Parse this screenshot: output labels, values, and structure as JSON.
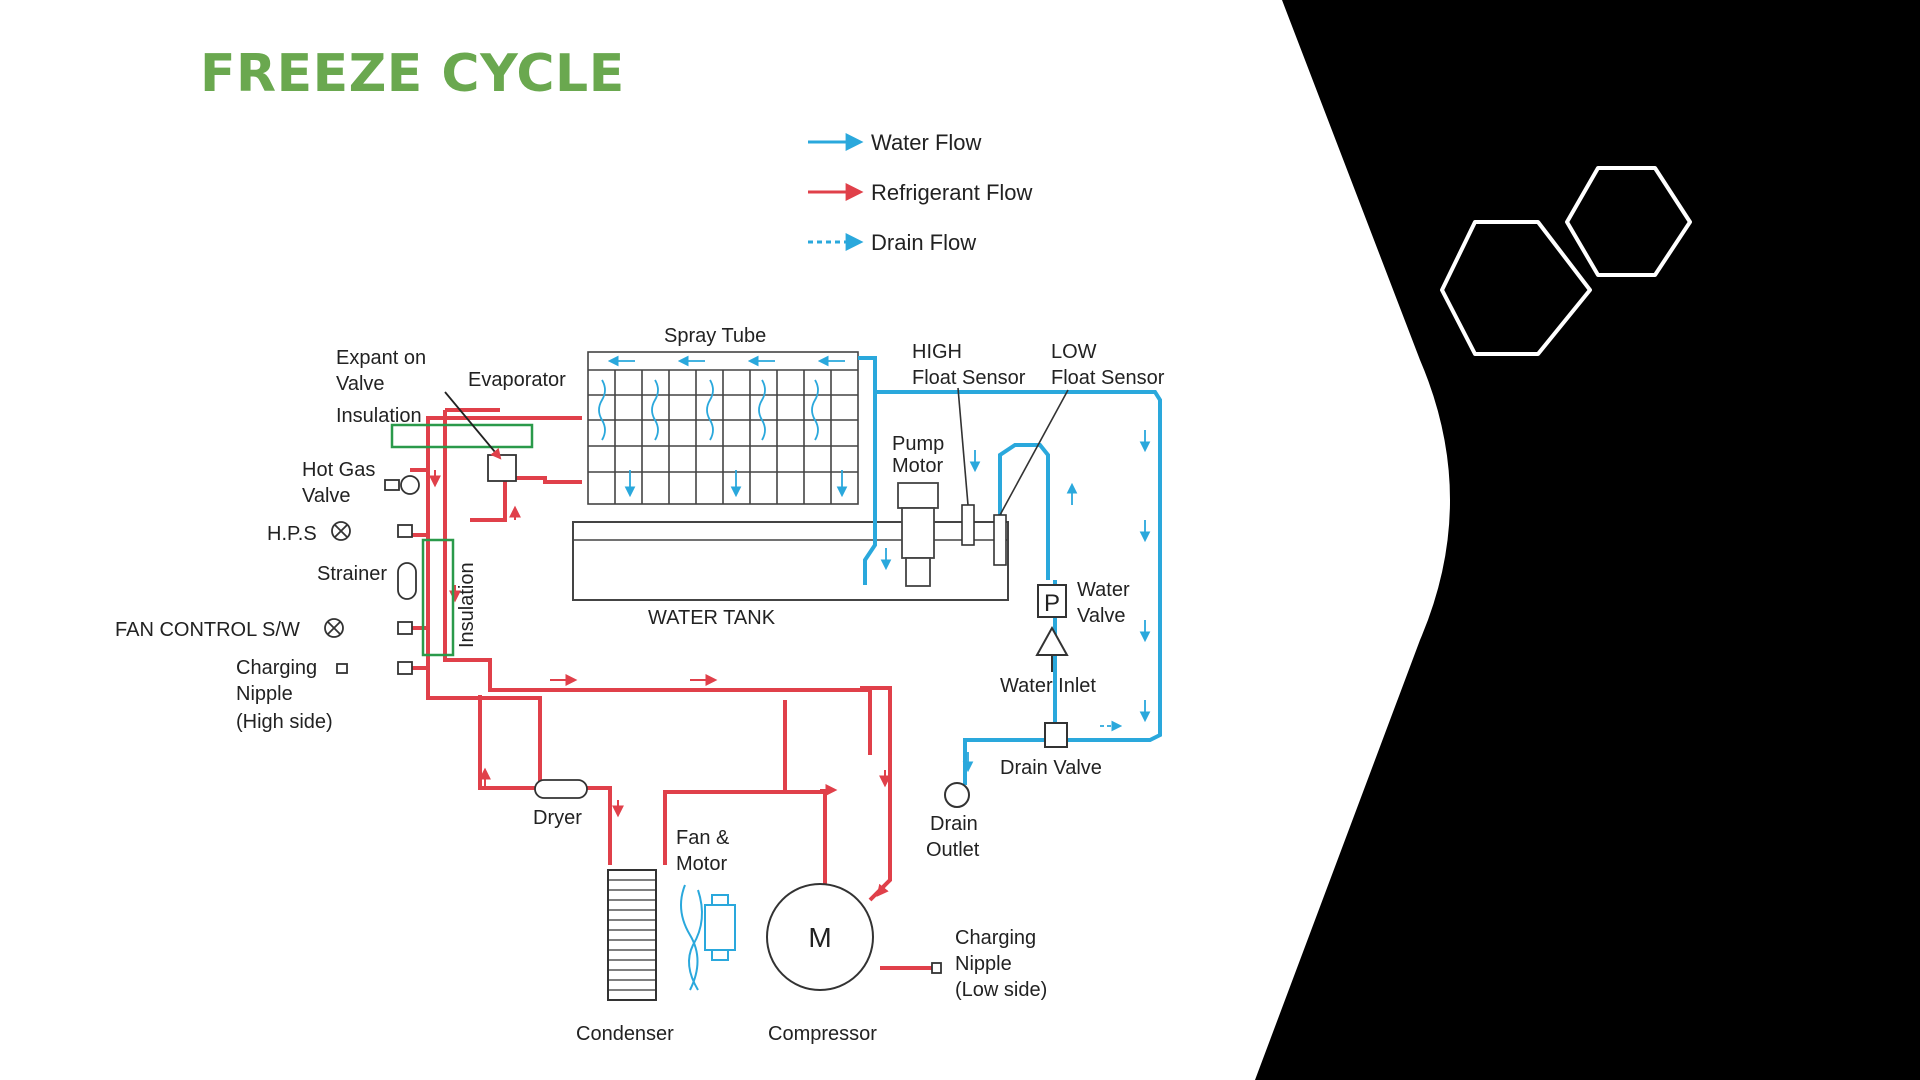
{
  "colors": {
    "background": "#ffffff",
    "panel": "#000000",
    "title": "#6aa84f",
    "water": "#2aa8dc",
    "refrigerant": "#e0404a",
    "insulation": "#2a9a4a",
    "outline": "#333333",
    "hexagon": "#ffffff"
  },
  "slide": {
    "title": "FREEZE CYCLE"
  },
  "legend": {
    "water_flow": "Water Flow",
    "refrigerant_flow": "Refrigerant Flow",
    "drain_flow": "Drain Flow"
  },
  "labels": {
    "spray_tube": "Spray Tube",
    "expansion_valve_1": "Expant on",
    "expansion_valve_2": "Valve",
    "evaporator": "Evaporator",
    "insulation_top": "Insulation",
    "hot_gas_1": "Hot Gas",
    "hot_gas_2": "Valve",
    "hps": "H.P.S",
    "strainer": "Strainer",
    "insulation_side": "Insulation",
    "fan_control": "FAN CONTROL S/W",
    "charging_high_1": "Charging",
    "charging_high_2": "Nipple",
    "charging_high_3": "(High side)",
    "high_float_1": "HIGH",
    "high_float_2": "Float Sensor",
    "low_float_1": "LOW",
    "low_float_2": "Float Sensor",
    "pump_1": "Pump",
    "pump_2": "Motor",
    "water_tank": "WATER TANK",
    "water_valve_1": "Water",
    "water_valve_2": "Valve",
    "water_valve_symbol": "P",
    "water_inlet": "Water Inlet",
    "drain_valve": "Drain Valve",
    "drain_outlet_1": "Drain",
    "drain_outlet_2": "Outlet",
    "dryer": "Dryer",
    "fan_motor_1": "Fan &",
    "fan_motor_2": "Motor",
    "compressor_symbol": "M",
    "charging_low_1": "Charging",
    "charging_low_2": "Nipple",
    "charging_low_3": "(Low side)",
    "condenser": "Condenser",
    "compressor": "Compressor"
  }
}
